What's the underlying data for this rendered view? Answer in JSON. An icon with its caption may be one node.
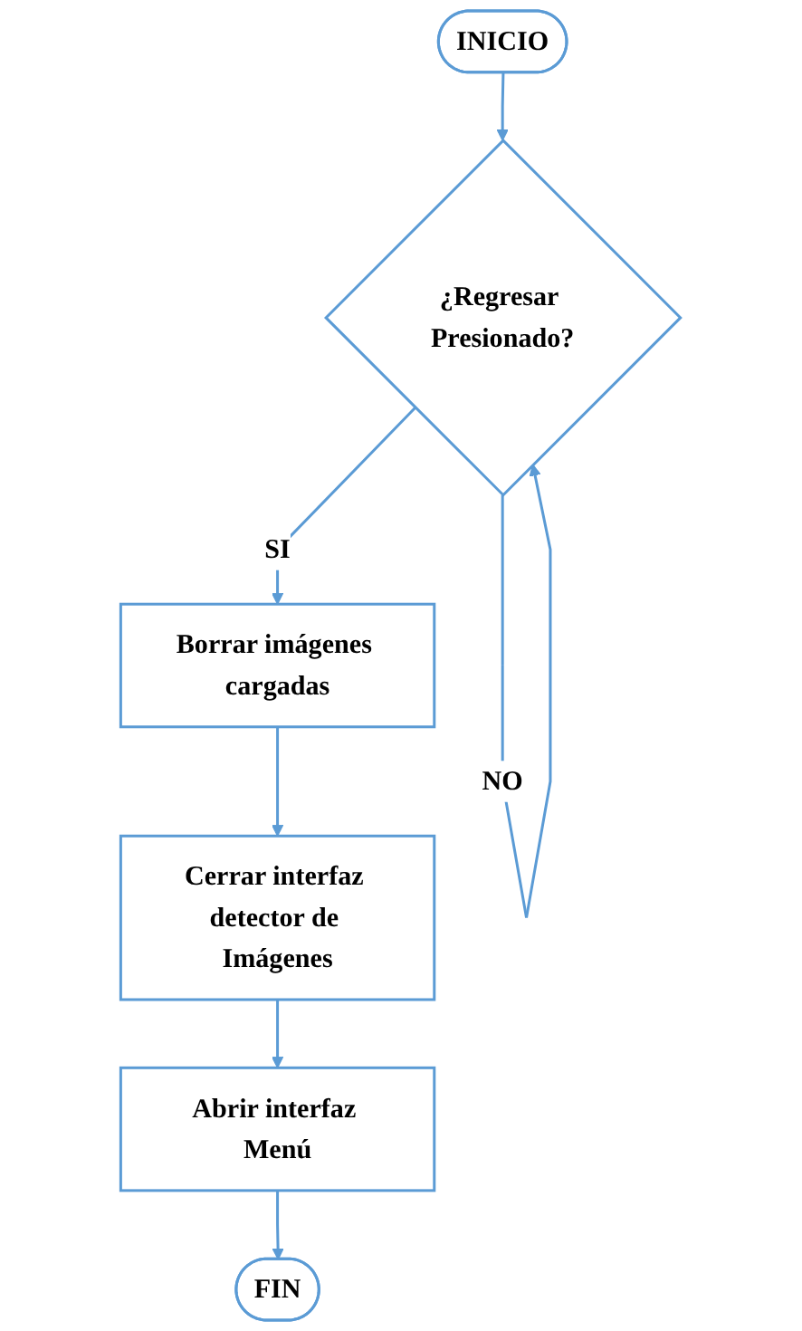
{
  "diagram": {
    "nodes": [
      {
        "text": [
          "INICIO"
        ]
      },
      {
        "text": [
          "¿Regresar Presionado?"
        ]
      },
      {
        "text": [
          "Borrar imágenes cargadas"
        ]
      },
      {
        "text": [
          "Cerrar interfaz detector de Imágenes"
        ]
      },
      {
        "text": [
          "Abrir interfaz Menú"
        ]
      },
      {
        "text": [
          "FIN"
        ]
      }
    ],
    "edges": [
      {
        "from": 0,
        "to": 1,
        "arrow": "to"
      },
      {
        "from": 1,
        "to": 1,
        "label": "NO",
        "arrow": "to"
      },
      {
        "from": 1,
        "to": 2,
        "label": "SI",
        "arrow": "to"
      },
      {
        "from": 2,
        "to": 3,
        "arrow": "to"
      },
      {
        "from": 3,
        "to": 4,
        "arrow": "to"
      },
      {
        "from": 4,
        "to": 5,
        "arrow": "to"
      }
    ]
  }
}
